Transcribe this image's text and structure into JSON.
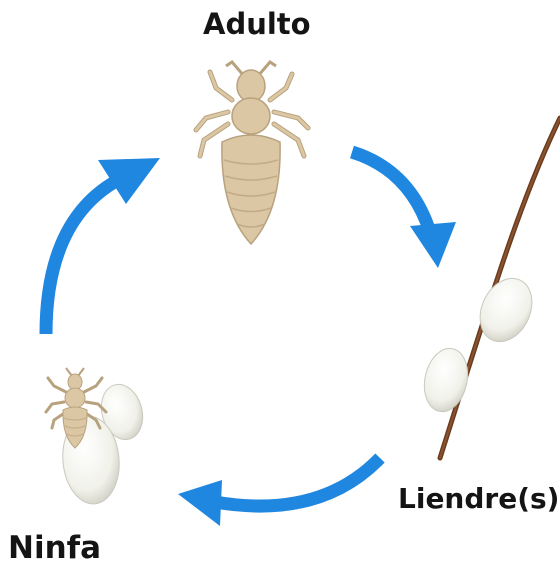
{
  "labels": {
    "adult": "Adulto",
    "nit": "Liendre(s)",
    "nymph": "Ninfa"
  },
  "colors": {
    "arrow": "#1f87e0",
    "louse_body": "#dcc7a4",
    "louse_outline": "#b8a27e",
    "hair": "#6b3b1e",
    "egg": "#f4f4ee",
    "egg_shadow": "#d2d2c8"
  },
  "cycle": [
    "adult",
    "nit",
    "nymph"
  ]
}
